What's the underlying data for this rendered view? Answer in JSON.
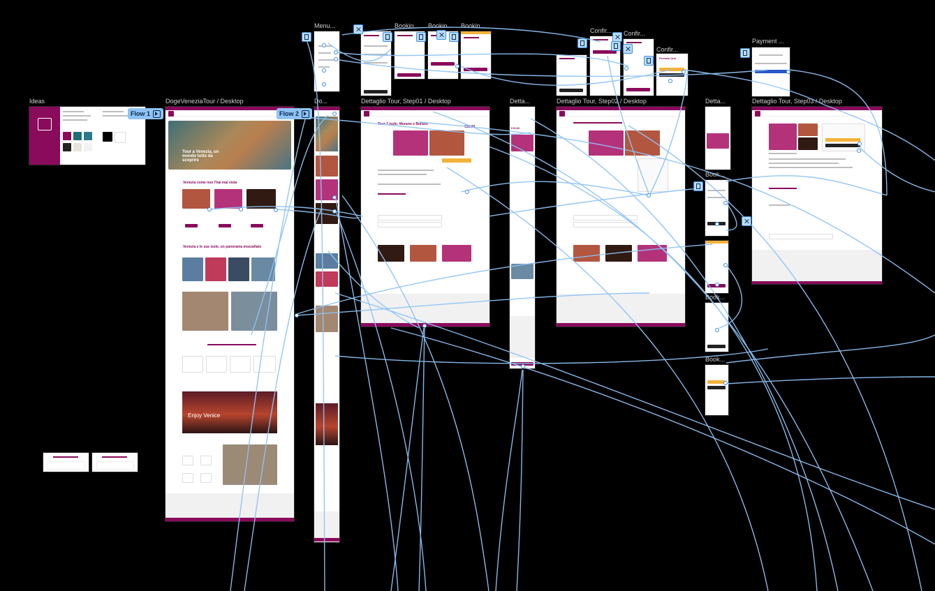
{
  "frames": {
    "ideas": "Ideas",
    "doge_desktop": "DogeVeneziaTour / Desktop",
    "doge_mobile": "Do...",
    "menu": "Menu...",
    "booking1": "Bookin...",
    "booking2": "Bookin...",
    "booking3": "Bookin...",
    "detail_step01": "Dettaglio Tour, Step01 / Desktop",
    "detail_mobile": "Detta...",
    "detail_step02": "Dettaglio Tour, Step02 / Desktop",
    "confirm1": "Confir...",
    "confirm2": "Confir...",
    "confirm3": "Confir...",
    "detail_mobile2": "Detta...",
    "booking_m1": "Book...",
    "booking_m2": "Book...",
    "booking_m3": "Book...",
    "payment": "Payment ...",
    "detail_step03": "Dettaglio Tour, Step03 / Desktop"
  },
  "flows": {
    "flow1": "Flow 1",
    "flow2": "Flow 2"
  },
  "content": {
    "hero_title": "Tour a Venezia, un mondo tutto da scoprire",
    "section1": "Venezia come non l'hai mai vista",
    "section2": "Venezia e le sue isole, un panorama mozzafiato",
    "enjoy": "Enjoy Venice",
    "tour_title": "Tour 2 isole: Murano e Burano",
    "price1": "€15,00",
    "price2": "€15,00",
    "primo_step": "Prenota Ora!"
  },
  "colors": {
    "brand": "#8a0a5c",
    "wire": "#8fc3f5",
    "canvas": "#000000"
  }
}
